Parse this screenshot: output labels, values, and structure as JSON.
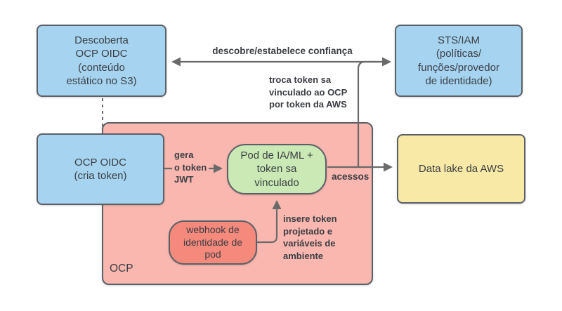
{
  "colors": {
    "background": "#ffffff",
    "node_blue": "#a6d4f0",
    "node_green": "#cbe9b5",
    "node_salmon": "#f5897c",
    "node_yellow": "#f9e9a6",
    "container_pink": "#f9b7af",
    "border_dark": "#5b6067",
    "arrow_gray": "#6a6a6a",
    "text_dark": "#3b3e44"
  },
  "nodes": {
    "descoberta": {
      "label": "Descoberta\nOCP OIDC\n(conteúdo\nestático no S3)"
    },
    "sts_iam": {
      "label": "STS/IAM\n(políticas/\nfunções/provedor\nde identidade)"
    },
    "ocp_oidc": {
      "label": "OCP OIDC\n(cria token)"
    },
    "pod": {
      "label": "Pod de IA/ML +\ntoken sa\nvinculado"
    },
    "webhook": {
      "label": "webhook de\nidentidade de\npod"
    },
    "data_lake": {
      "label": "Data lake da AWS"
    },
    "ocp_container": {
      "label": "OCP"
    }
  },
  "edges": {
    "descobre": {
      "label": "descobre/estabelece confiança"
    },
    "troca": {
      "label": "troca token sa\nvinculado ao OCP\npor token da AWS"
    },
    "gera": {
      "label": "gera\no token\nJWT"
    },
    "acessos": {
      "label": "acessos"
    },
    "insere": {
      "label": "insere token\nprojetado e\nvariáveis de\nambiente"
    }
  }
}
